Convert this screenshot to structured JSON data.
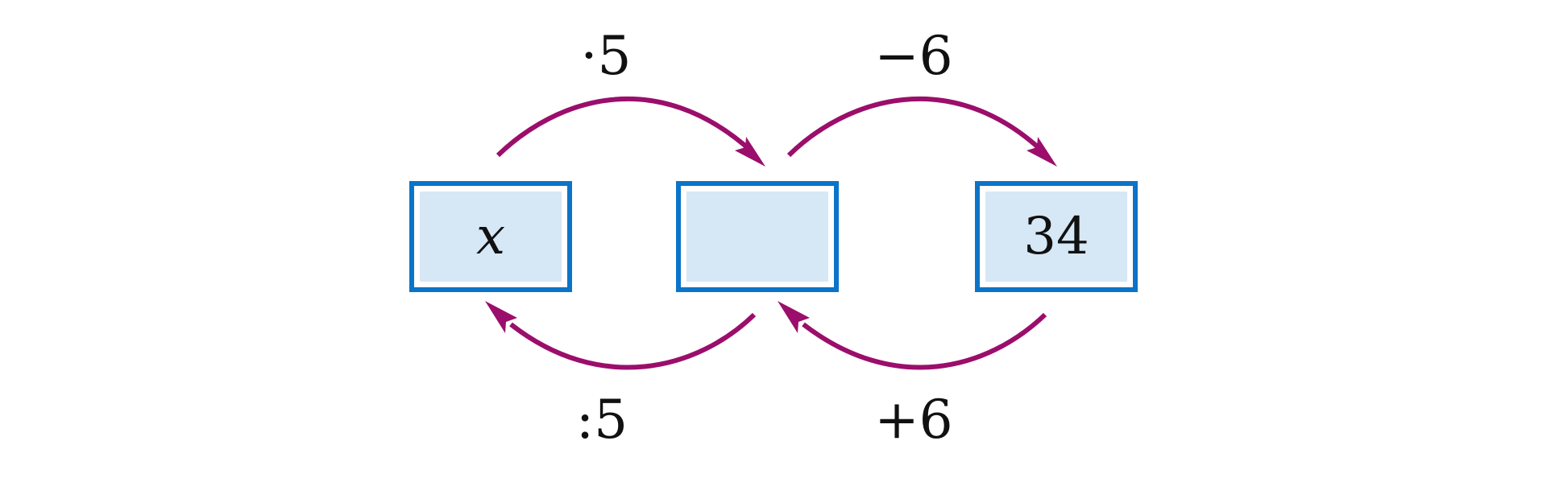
{
  "boxes": {
    "start": "x",
    "middle": "",
    "end": "34"
  },
  "operations": {
    "top_first": "·5",
    "top_second": "−6",
    "bottom_first": ":5",
    "bottom_second": "+6"
  },
  "colors": {
    "box_border": "#0b74c8",
    "box_fill": "#d6e7f5",
    "arrow": "#9b0e6b",
    "text": "#111111"
  }
}
